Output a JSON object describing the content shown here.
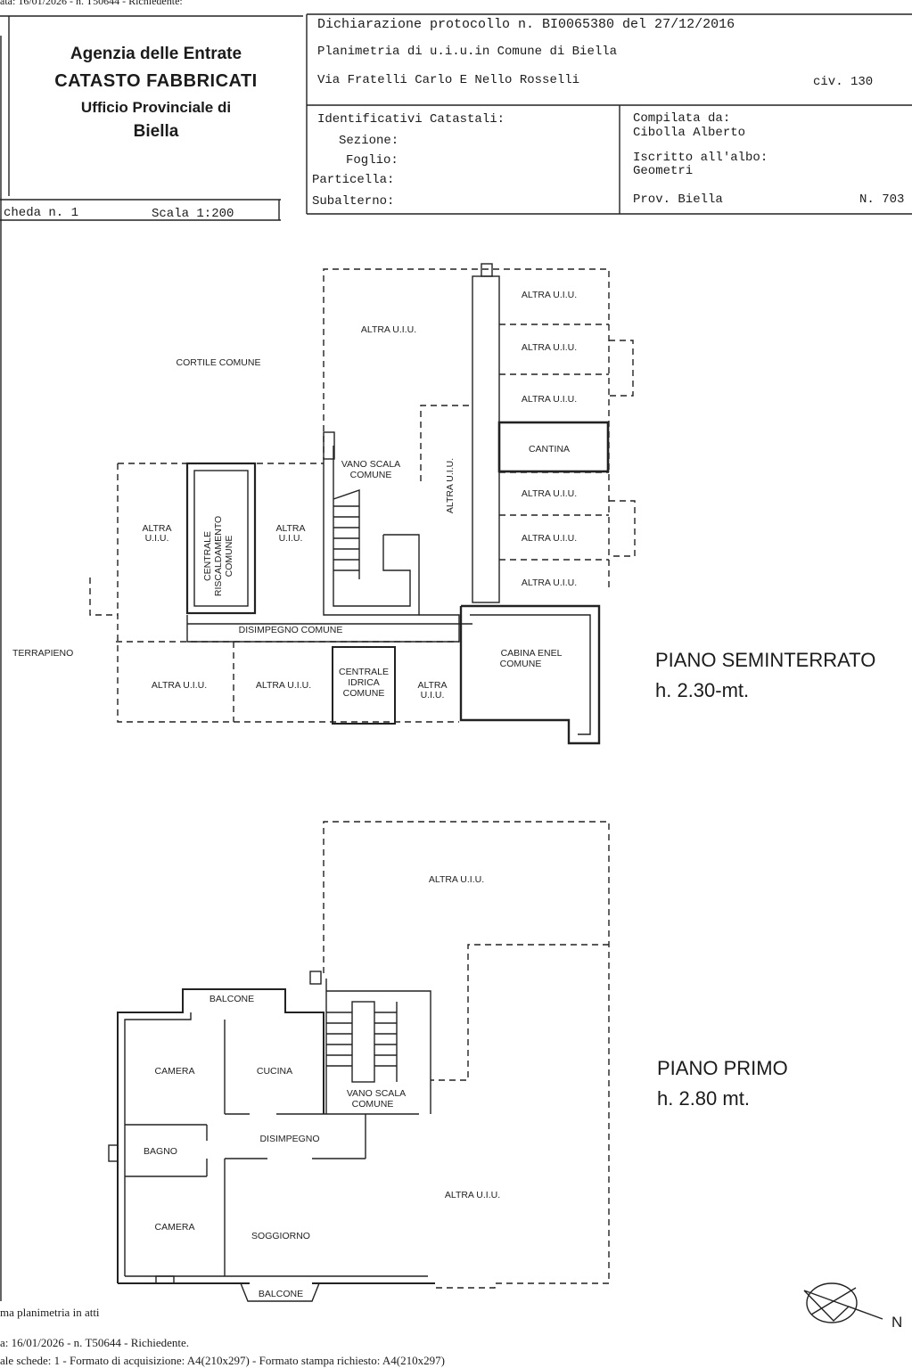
{
  "top_fragment": "ata: 16/01/2026 - n. T50644 - Richiedente:",
  "agency": {
    "name": "Agenzia delle Entrate",
    "dept": "CATASTO FABBRICATI",
    "office": "Ufficio Provinciale di",
    "city": "Biella"
  },
  "scheda": {
    "number": "cheda n. 1",
    "scale": "Scala 1:200"
  },
  "declaration": {
    "protocol": "Dichiarazione protocollo n. BI0065380 del 27/12/2016",
    "plan_line": "Planimetria di u.i.u.in Comune di Biella",
    "address": "Via Fratelli Carlo E Nello Rosselli",
    "civic": "civ. 130"
  },
  "identifiers": {
    "heading": "Identificativi Catastali:",
    "sezione": "Sezione:",
    "foglio": "Foglio:",
    "particella": "Particella:",
    "subalterno": "Subalterno:"
  },
  "compiler": {
    "label": "Compilata da:",
    "name": "Cibolla Alberto",
    "albo_label": "Iscritto all'albo:",
    "albo": "Geometri",
    "prov": "Prov. Biella",
    "number": "N. 703"
  },
  "basement": {
    "title": "PIANO SEMINTERRATO",
    "height": "h. 2.30-mt.",
    "labels": {
      "cortile": "CORTILE COMUNE",
      "altra": "ALTRA U.I.U.",
      "altra_l1": "ALTRA",
      "altra_l2": "U.I.U.",
      "vano1": "VANO SCALA",
      "vano2": "COMUNE",
      "cantina": "CANTINA",
      "centrale_risc": [
        "CENTRALE",
        "RISCALDAMENTO",
        "COMUNE"
      ],
      "disimpegno": "DISIMPEGNO COMUNE",
      "terrapieno": "TERRAPIENO",
      "centrale_idrica": [
        "CENTRALE",
        "IDRICA",
        "COMUNE"
      ],
      "cabina1": "CABINA ENEL",
      "cabina2": "COMUNE"
    }
  },
  "first_floor": {
    "title": "PIANO PRIMO",
    "height": "h. 2.80 mt.",
    "labels": {
      "altra": "ALTRA U.I.U.",
      "balcone": "BALCONE",
      "camera": "CAMERA",
      "cucina": "CUCINA",
      "vano1": "VANO SCALA",
      "vano2": "COMUNE",
      "bagno": "BAGNO",
      "disimpegno": "DISIMPEGNO",
      "soggiorno": "SOGGIORNO"
    }
  },
  "north": "N",
  "footer": {
    "line1": "ma planimetria in atti",
    "line2": "a: 16/01/2026 - n. T50644 - Richiedente.",
    "line3": "ale schede: 1 - Formato di acquisizione: A4(210x297) - Formato stampa richiesto: A4(210x297)"
  }
}
